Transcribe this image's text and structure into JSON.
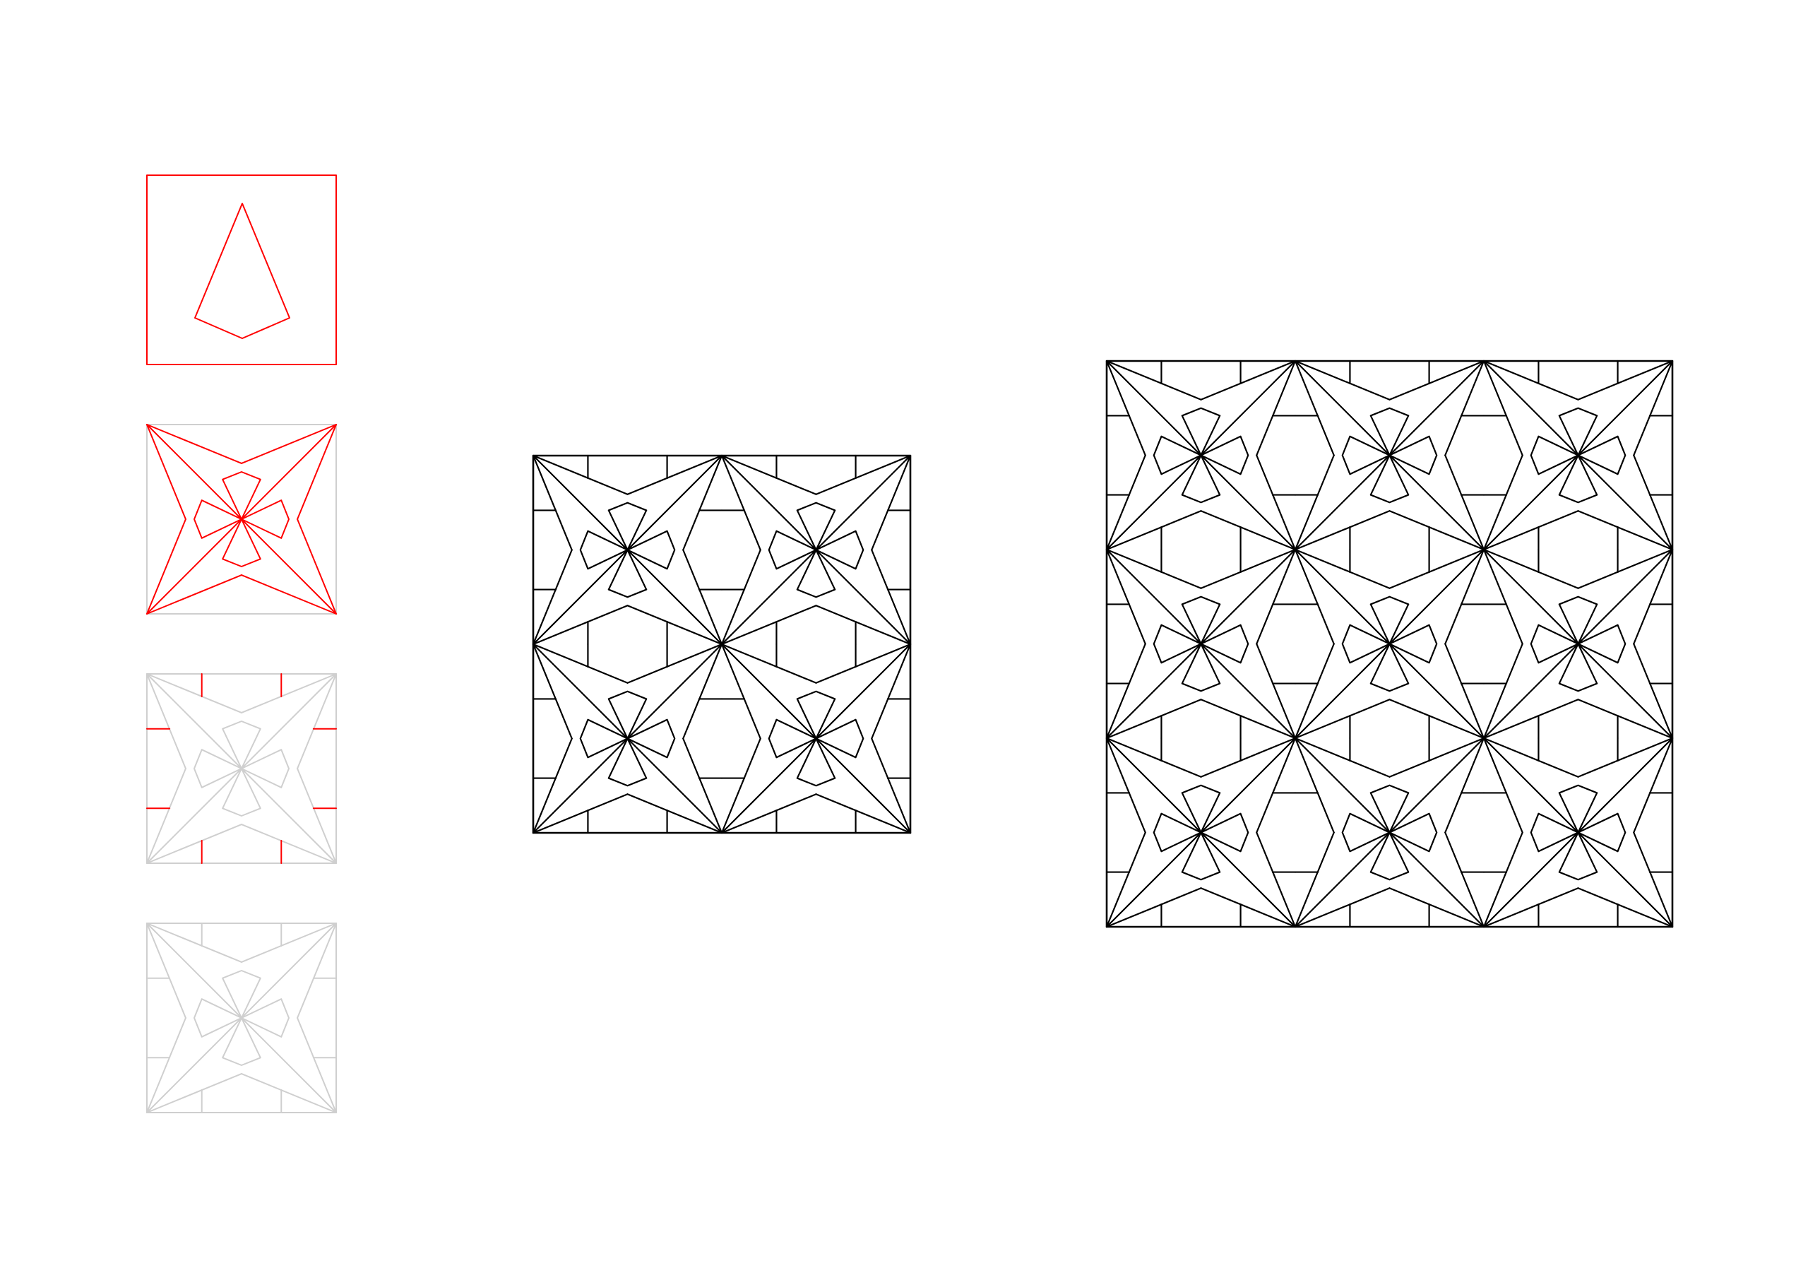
{
  "colors": {
    "highlight": "#ff0000",
    "faded": "#cfcfcf",
    "pattern": "#000000",
    "background": "#ffffff"
  },
  "steps": [
    {
      "id": "step-1",
      "description_shape": "kite-motif-in-frame"
    },
    {
      "id": "step-2",
      "description_shape": "star-and-kites-construction"
    },
    {
      "id": "step-3",
      "description_shape": "edge-tick-additions"
    },
    {
      "id": "step-4",
      "description_shape": "complete-tile"
    }
  ],
  "tilings": [
    {
      "id": "tiling-2x2",
      "rows": 2,
      "cols": 2
    },
    {
      "id": "tiling-3x3",
      "rows": 3,
      "cols": 3
    }
  ]
}
